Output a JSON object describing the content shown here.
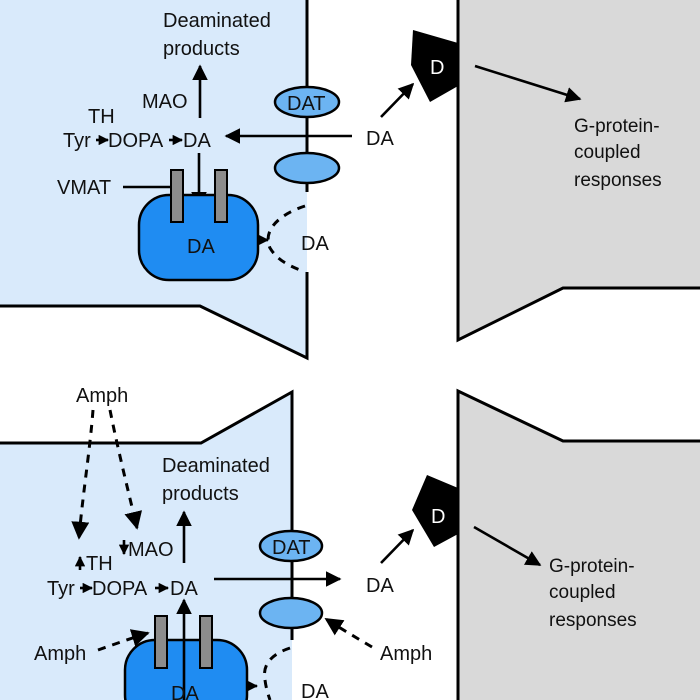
{
  "colors": {
    "presynaptic_fill": "#d9eafb",
    "postsynaptic_fill": "#d9d9d9",
    "vesicle_fill": "#1f8cf2",
    "transporter_fill": "#6cb4f2",
    "vmat_fill": "#8c8c8c",
    "receptor_fill": "#000000"
  },
  "panels": [
    {
      "id": "normal",
      "deaminated_line1": "Deaminated",
      "deaminated_line2": "products",
      "mao": "MAO",
      "th": "TH",
      "tyr": "Tyr",
      "dopa": "DOPA",
      "da_cytosol": "DA",
      "vmat": "VMAT",
      "da_vesicle": "DA",
      "dat": "DAT",
      "da_cleft": "DA",
      "da_released": "DA",
      "receptor": "D",
      "response_line1": "G-protein-",
      "response_line2": "coupled",
      "response_line3": "responses"
    },
    {
      "id": "amphetamine",
      "amph_top": "Amph",
      "deaminated_line1": "Deaminated",
      "deaminated_line2": "products",
      "mao": "MAO",
      "th": "TH",
      "tyr": "Tyr",
      "dopa": "DOPA",
      "da_cytosol": "DA",
      "amph_vesicle": "Amph",
      "da_vesicle": "DA",
      "dat": "DAT",
      "da_cleft": "DA",
      "amph_transporter": "Amph",
      "da_released": "DA",
      "receptor": "D",
      "response_line1": "G-protein-",
      "response_line2": "coupled",
      "response_line3": "responses"
    }
  ]
}
